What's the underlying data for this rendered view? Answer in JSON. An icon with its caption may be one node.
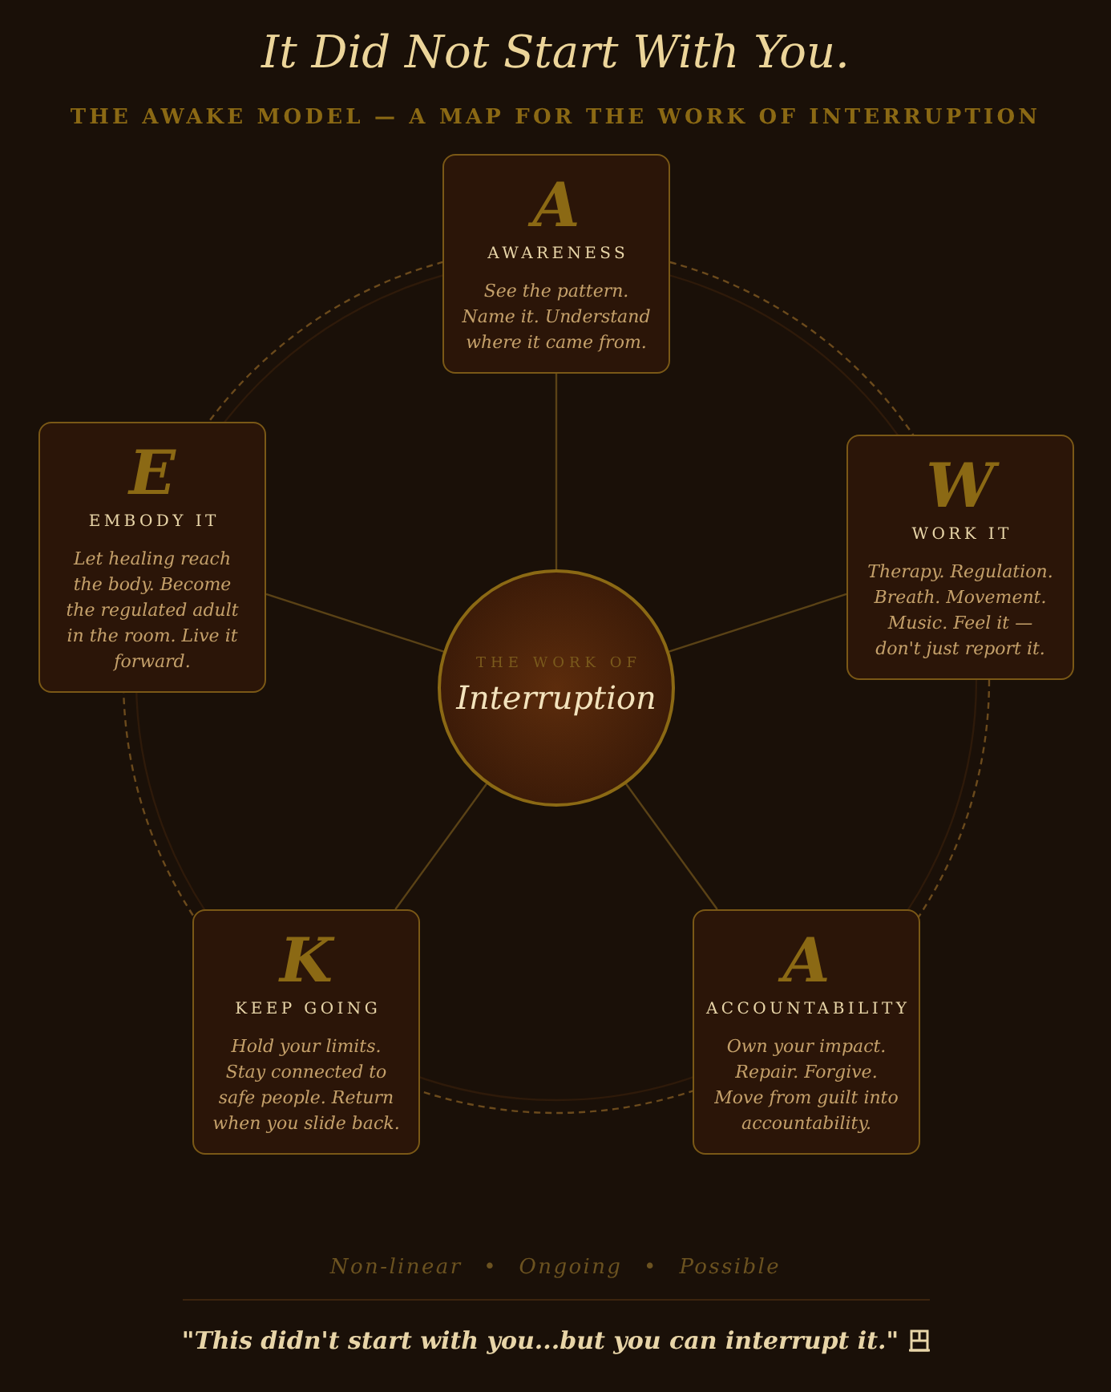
{
  "diagram": {
    "title": "It Did Not Start With You.",
    "caption": "\"This didn't start with you...but you can interrupt it.\"",
    "nodes": [
      {
        "text": [
          "A",
          "AWARENESS",
          "See the pattern. Name it. Understand where it came from."
        ]
      },
      {
        "text": [
          "W",
          "WORK IT",
          "Therapy. Regulation. Breath. Movement. Music. Feel it — don't just report it."
        ]
      },
      {
        "text": [
          "A",
          "ACCOUNTABILITY",
          "Own your impact. Repair. Forgive. Move from guilt into accountability."
        ]
      },
      {
        "text": [
          "K",
          "KEEP GOING",
          "Hold your limits. Stay connected to safe people. Return when you slide back."
        ]
      },
      {
        "text": [
          "E",
          "EMBODY IT",
          "Let healing reach the body. Become the regulated adult in the room. Live it forward."
        ]
      },
      {
        "text": [
          "THE WORK OF",
          "Interruption"
        ]
      }
    ],
    "edges": [
      {
        "from": 5,
        "to": 0,
        "arrow": "none"
      },
      {
        "from": 5,
        "to": 1,
        "arrow": "none"
      },
      {
        "from": 5,
        "to": 2,
        "arrow": "none"
      },
      {
        "from": 5,
        "to": 3,
        "arrow": "none"
      },
      {
        "from": 5,
        "to": 4,
        "arrow": "none"
      }
    ],
    "labels": [
      "THE AWAKE MODEL — A MAP FOR THE WORK OF INTERRUPTION",
      "Non-linear • Ongoing • Possible"
    ]
  }
}
